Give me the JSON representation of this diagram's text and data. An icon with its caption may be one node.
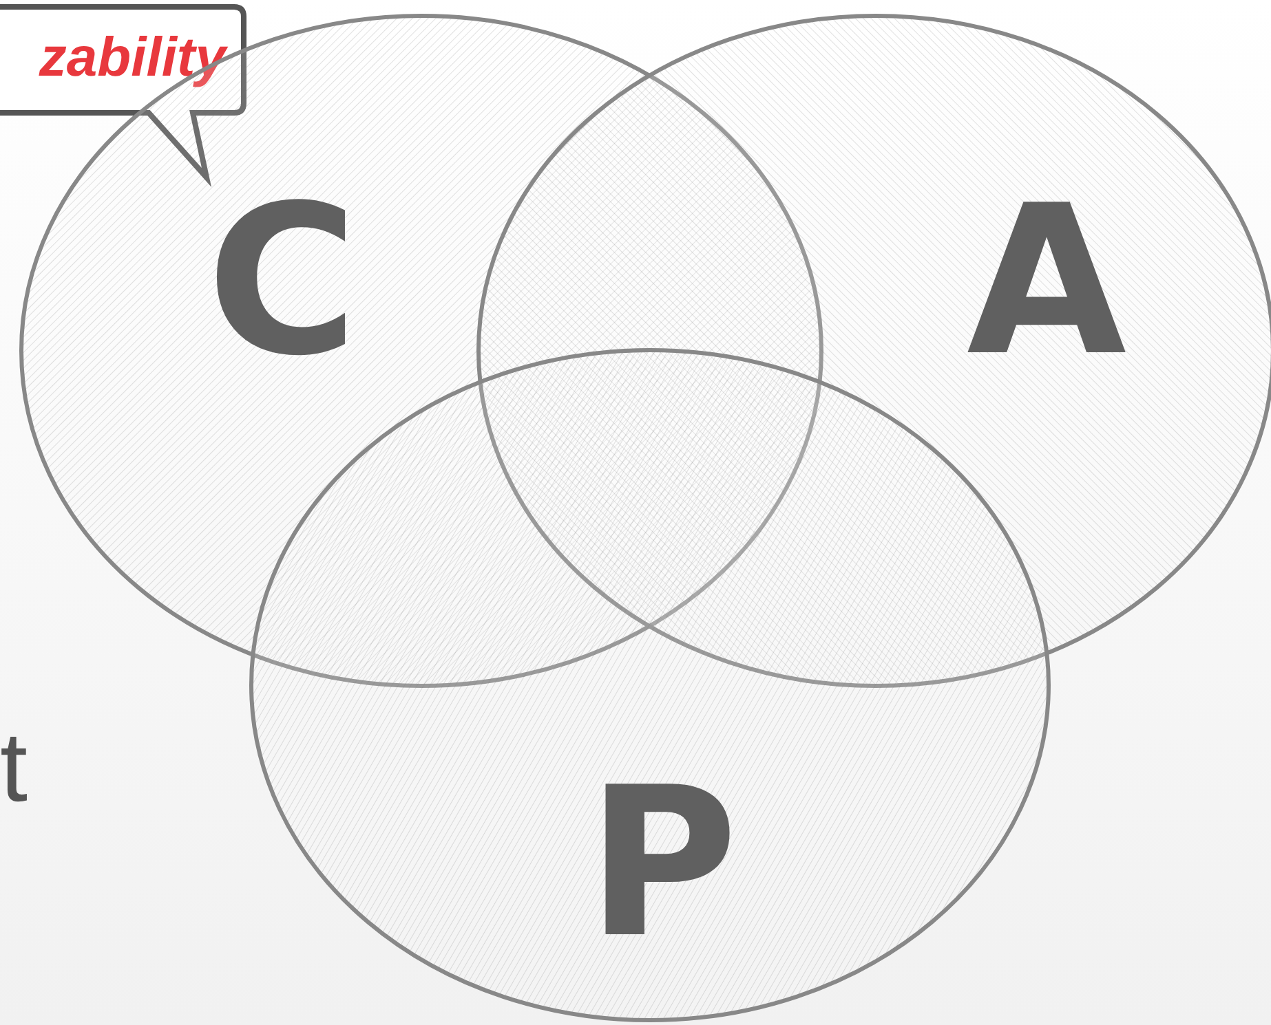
{
  "diagram": {
    "nodes": [
      {
        "text": [
          "zability"
        ]
      },
      {
        "text": [
          "C"
        ]
      },
      {
        "text": [
          "A"
        ]
      },
      {
        "text": [
          "P"
        ]
      }
    ],
    "labels": [
      "t"
    ]
  }
}
